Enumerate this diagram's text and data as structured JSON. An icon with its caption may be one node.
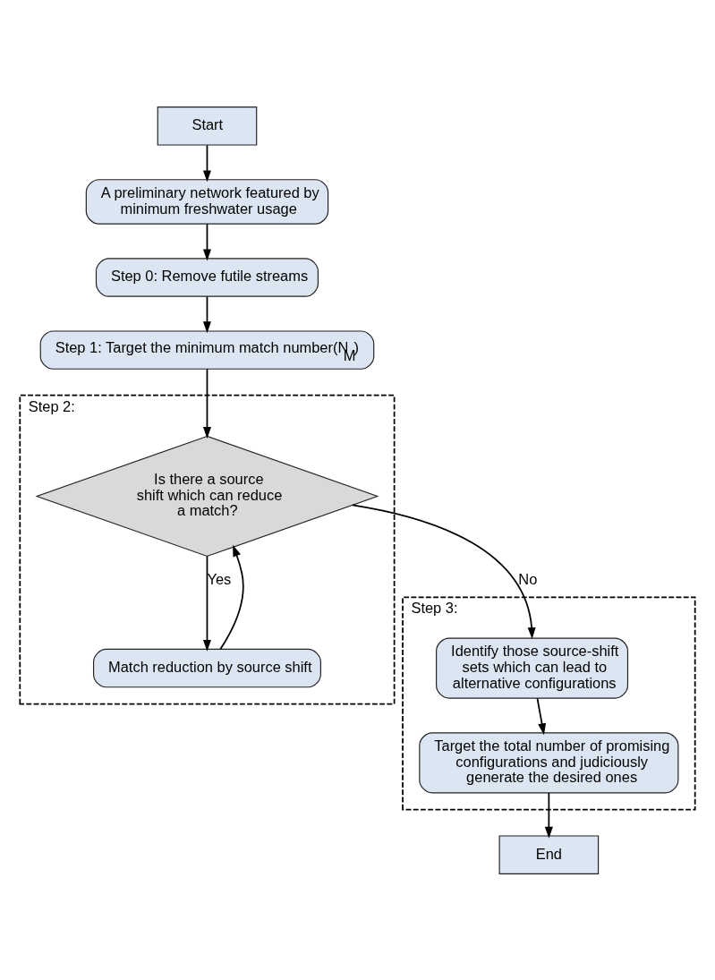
{
  "diagram": {
    "nodes": [
      {
        "text": [
          "Start"
        ]
      },
      {
        "text": [
          "A preliminary network featured by minimum freshwater usage"
        ]
      },
      {
        "text": [
          "Step 0: Remove futile streams"
        ]
      },
      {
        "text": [
          "Step 1: Target the minimum match number(N$_{M}$)"
        ]
      },
      {
        "text": [
          "Step 2:"
        ]
      },
      {
        "text": [
          "Is there a source shift which can reduce a match?"
        ],
        "in": 4
      },
      {
        "text": [
          "Match reduction by source shift"
        ],
        "in": 4
      },
      {
        "text": [
          "Step 3:"
        ]
      },
      {
        "text": [
          "Identify those source-shift sets which can lead to alternative configurations"
        ],
        "in": 7
      },
      {
        "text": [
          "Target the total number of promising configurations and judiciously generate the desired ones"
        ],
        "in": 7
      },
      {
        "text": [
          "End"
        ]
      }
    ],
    "edges": [
      {
        "from": 0,
        "to": 1,
        "arrow": "to"
      },
      {
        "from": 1,
        "to": 2,
        "arrow": "to"
      },
      {
        "from": 2,
        "to": 3,
        "arrow": "to"
      },
      {
        "from": 3,
        "to": 5,
        "arrow": "to"
      },
      {
        "from": 5,
        "to": 6,
        "arrow": "to",
        "label": "Yes"
      },
      {
        "from": 6,
        "to": 5,
        "arrow": "to"
      },
      {
        "from": 5,
        "to": 8,
        "arrow": "to",
        "label": "No"
      },
      {
        "from": 8,
        "to": 9,
        "arrow": "to"
      },
      {
        "from": 9,
        "to": 10,
        "arrow": "to"
      }
    ]
  }
}
